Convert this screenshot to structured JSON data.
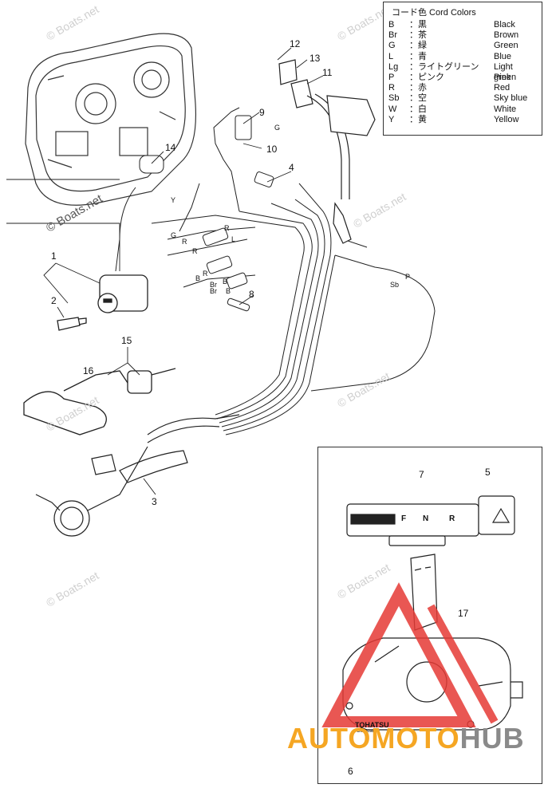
{
  "legend": {
    "title": "コード色 Cord Colors",
    "rows": [
      {
        "code": "B",
        "jp": "黒",
        "en": "Black"
      },
      {
        "code": "Br",
        "jp": "茶",
        "en": "Brown"
      },
      {
        "code": "G",
        "jp": "緑",
        "en": "Green"
      },
      {
        "code": "L",
        "jp": "青",
        "en": "Blue"
      },
      {
        "code": "Lg",
        "jp": "ライトグリーン",
        "en": "Light green"
      },
      {
        "code": "P",
        "jp": "ピンク",
        "en": "Pink"
      },
      {
        "code": "R",
        "jp": "赤",
        "en": "Red"
      },
      {
        "code": "Sb",
        "jp": "空",
        "en": "Sky blue"
      },
      {
        "code": "W",
        "jp": "白",
        "en": "White"
      },
      {
        "code": "Y",
        "jp": "黄",
        "en": "Yellow"
      }
    ]
  },
  "watermarks": {
    "text": "© Boats.net"
  },
  "callouts": {
    "c1": "1",
    "c2": "2",
    "c3": "3",
    "c4": "4",
    "c5": "5",
    "c6": "6",
    "c7": "7",
    "c8": "8",
    "c9": "9",
    "c10": "10",
    "c11": "11",
    "c12": "12",
    "c13": "13",
    "c14": "14",
    "c15": "15",
    "c16": "16",
    "c17": "17"
  },
  "wire_letters": {
    "g1": "G",
    "g2": "G",
    "y1": "Y",
    "r1": "R",
    "r2": "R",
    "r3": "R",
    "r4": "R",
    "l1": "L",
    "b1": "B",
    "b2": "B",
    "b3": "B",
    "br1": "Br",
    "br2": "Br",
    "p1": "P",
    "sb1": "Sb"
  },
  "gauge": {
    "f": "F",
    "n": "N",
    "r": "R"
  },
  "remote": {
    "brand": "TOHATSU",
    "sub": "Outboards"
  },
  "brand_banner": {
    "part1": "AUTOMOTO",
    "part2": "HUB"
  },
  "colors": {
    "line": "#222222",
    "watermark": "#cfcfcf",
    "banner_orange": "#f5a623",
    "banner_red": "#e53935",
    "banner_grey": "#8a8a8a"
  }
}
